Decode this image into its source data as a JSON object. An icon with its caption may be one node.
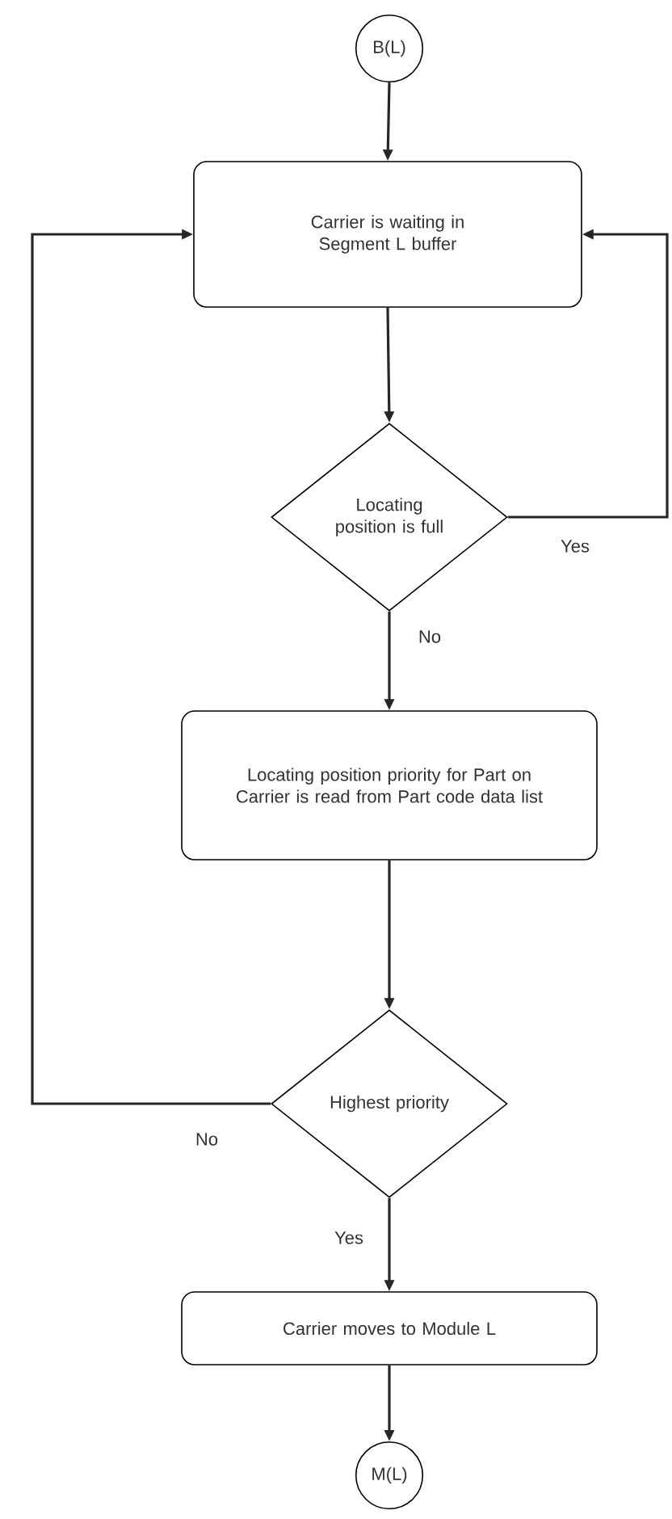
{
  "diagram": {
    "nodes": [
      {
        "text": [
          "B(L)"
        ]
      },
      {
        "text": [
          "Carrier is waiting in Segment L buffer"
        ]
      },
      {
        "text": [
          "Locating position is full"
        ]
      },
      {
        "text": [
          "Locating position priority for Part on Carrier is read from Part code data list"
        ]
      },
      {
        "text": [
          "Highest priority"
        ]
      },
      {
        "text": [
          "Carrier moves to Module L"
        ]
      },
      {
        "text": [
          "M(L)"
        ]
      }
    ],
    "edges": [
      {
        "from": 0,
        "to": 1,
        "arrow": "to"
      },
      {
        "from": 1,
        "to": 2,
        "arrow": "to"
      },
      {
        "from": 2,
        "to": 1,
        "arrow": "to",
        "label": "Yes"
      },
      {
        "from": 2,
        "to": 3,
        "arrow": "to",
        "label": "No"
      },
      {
        "from": 3,
        "to": 4,
        "arrow": "to"
      },
      {
        "from": 4,
        "to": 1,
        "arrow": "to",
        "label": "No"
      },
      {
        "from": 4,
        "to": 5,
        "arrow": "to",
        "label": "Yes"
      },
      {
        "from": 5,
        "to": 6,
        "arrow": "to"
      }
    ]
  }
}
